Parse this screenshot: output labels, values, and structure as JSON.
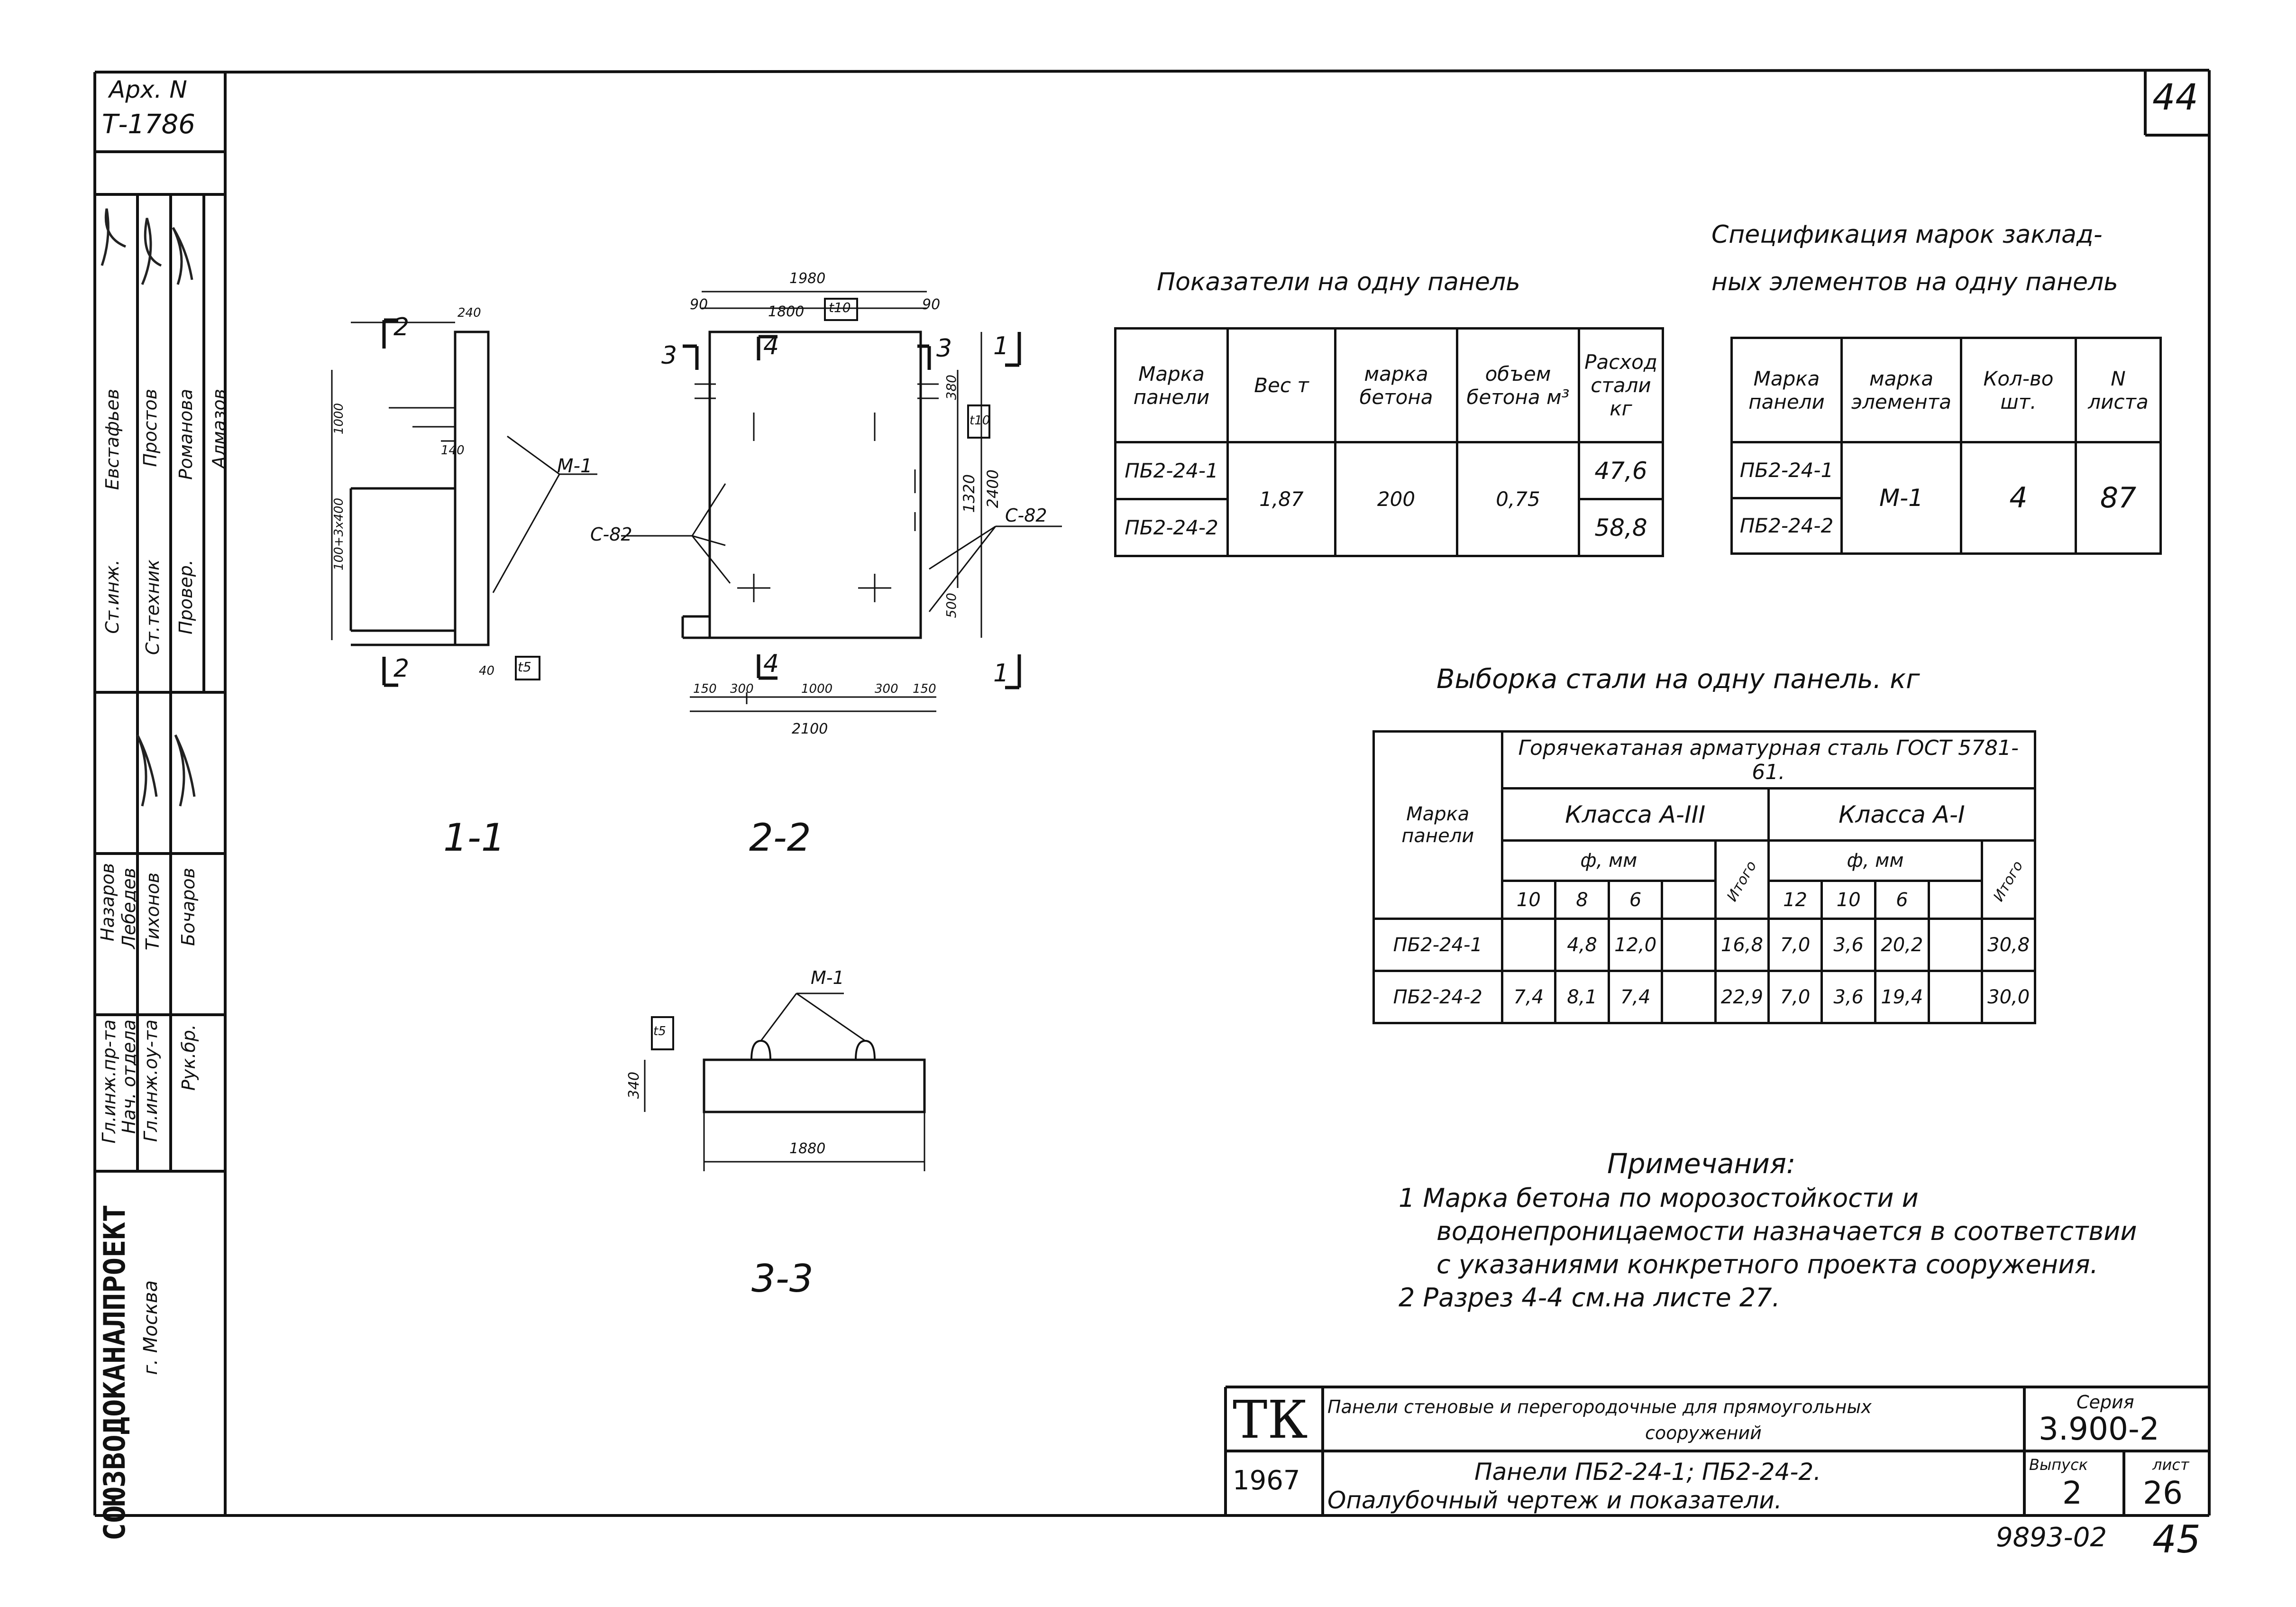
{
  "stamp": {
    "arch_label": "Арх. N",
    "arch_number": "Т-1786"
  },
  "page_corner_number": "44",
  "side_block": {
    "org": "СОЮЗВОДОКАНАЛПРОЕКТ",
    "city": "г. Москва",
    "roles": [
      "Гл.инж.пр-та",
      "Нач. отдела",
      "Гл.инж.оу-та",
      "Рук.бр.",
      "Ст.инж.",
      "Ст.техник",
      "Провер."
    ],
    "names": [
      "Назаров",
      "Лебедев",
      "Тихонов",
      "Бочаров",
      "Евстафьев",
      "Простов",
      "Романова",
      "Алмазов"
    ]
  },
  "section_labels": {
    "s11": "1-1",
    "s22": "2-2",
    "s33": "3-3"
  },
  "drawing_labels": {
    "m1": "М-1",
    "c82": "С-82",
    "d1980": "1980",
    "d1800": "1800",
    "d90a": "90",
    "d90b": "90",
    "d2100": "2100",
    "d1000": "1000",
    "d300a": "300",
    "d300b": "300",
    "d150a": "150",
    "d150b": "150",
    "d1320": "1320",
    "d2400": "2400",
    "d500": "500",
    "d380": "380",
    "d240": "240",
    "d140": "140",
    "d1000v": "1000",
    "dchain": "100+3x400",
    "d40a": "40",
    "d340": "340",
    "d1880": "1880",
    "t10a": "t10",
    "t10b": "t10",
    "t5a": "t5",
    "t5b": "t5",
    "c3l": "3",
    "c3r": "3",
    "c4t": "4",
    "c4b": "4",
    "c2t": "2",
    "c2b": "2",
    "c1t": "1",
    "c1b": "1"
  },
  "indicators": {
    "title": "Показатели на одну панель",
    "headers": [
      "Марка панели",
      "Вес т",
      "марка бетона",
      "объем бетона м³",
      "Расход стали кг"
    ],
    "rows": [
      [
        "ПБ2-24-1",
        "1,87",
        "200",
        "0,75",
        "47,6"
      ],
      [
        "ПБ2-24-2",
        "",
        "",
        "",
        "58,8"
      ]
    ]
  },
  "embedded_spec": {
    "title_line1": "Спецификация марок заклад-",
    "title_line2": "ных элементов на одну панель",
    "headers": [
      "Марка панели",
      "марка элемента",
      "Кол-во шт.",
      "N листа"
    ],
    "rows": [
      [
        "ПБ2-24-1",
        "М-1",
        "4",
        "87"
      ],
      [
        "ПБ2-24-2",
        "",
        "",
        ""
      ]
    ]
  },
  "steel": {
    "title": "Выборка стали на одну панель. кг",
    "col_mark": "Марка панели",
    "header_main": "Горячекатаная арматурная сталь ГОСТ 5781-61.",
    "class_a3": "Класса А-III",
    "class_a1": "Класса А-I",
    "phi_mm": "ф, мм",
    "itogo": "Итого",
    "diam_a3": [
      "10",
      "8",
      "6",
      ""
    ],
    "diam_a1": [
      "12",
      "10",
      "6",
      ""
    ],
    "rows": [
      {
        "mark": "ПБ2-24-1",
        "a3": [
          "",
          "4,8",
          "12,0",
          ""
        ],
        "a3_total": "16,8",
        "a1": [
          "7,0",
          "3,6",
          "20,2",
          ""
        ],
        "a1_total": "30,8"
      },
      {
        "mark": "ПБ2-24-2",
        "a3": [
          "7,4",
          "8,1",
          "7,4",
          ""
        ],
        "a3_total": "22,9",
        "a1": [
          "7,0",
          "3,6",
          "19,4",
          ""
        ],
        "a1_total": "30,0"
      }
    ]
  },
  "notes": {
    "title": "Примечания:",
    "items": [
      "1  Марка бетона по морозостойкости и",
      "водонепроницаемости назначается в соответствии",
      "с указаниями конкретного проекта сооружения.",
      "2  Разрез 4-4 см.на листе 27."
    ]
  },
  "title_block": {
    "tk": "ТК",
    "year": "1967",
    "title_line1": "Панели стеновые и перегородочные для прямоугольных",
    "title_line2": "сооружений",
    "subtitle_line1": "Панели ПБ2-24-1;  ПБ2-24-2.",
    "subtitle_line2": "Опалубочный чертеж и показатели.",
    "series_label": "Серия",
    "series": "3.900-2",
    "issue_label": "Выпуск",
    "issue": "2",
    "sheet_label": "лист",
    "sheet": "26"
  },
  "bottom_code": "9893-02",
  "bottom_number": "45"
}
